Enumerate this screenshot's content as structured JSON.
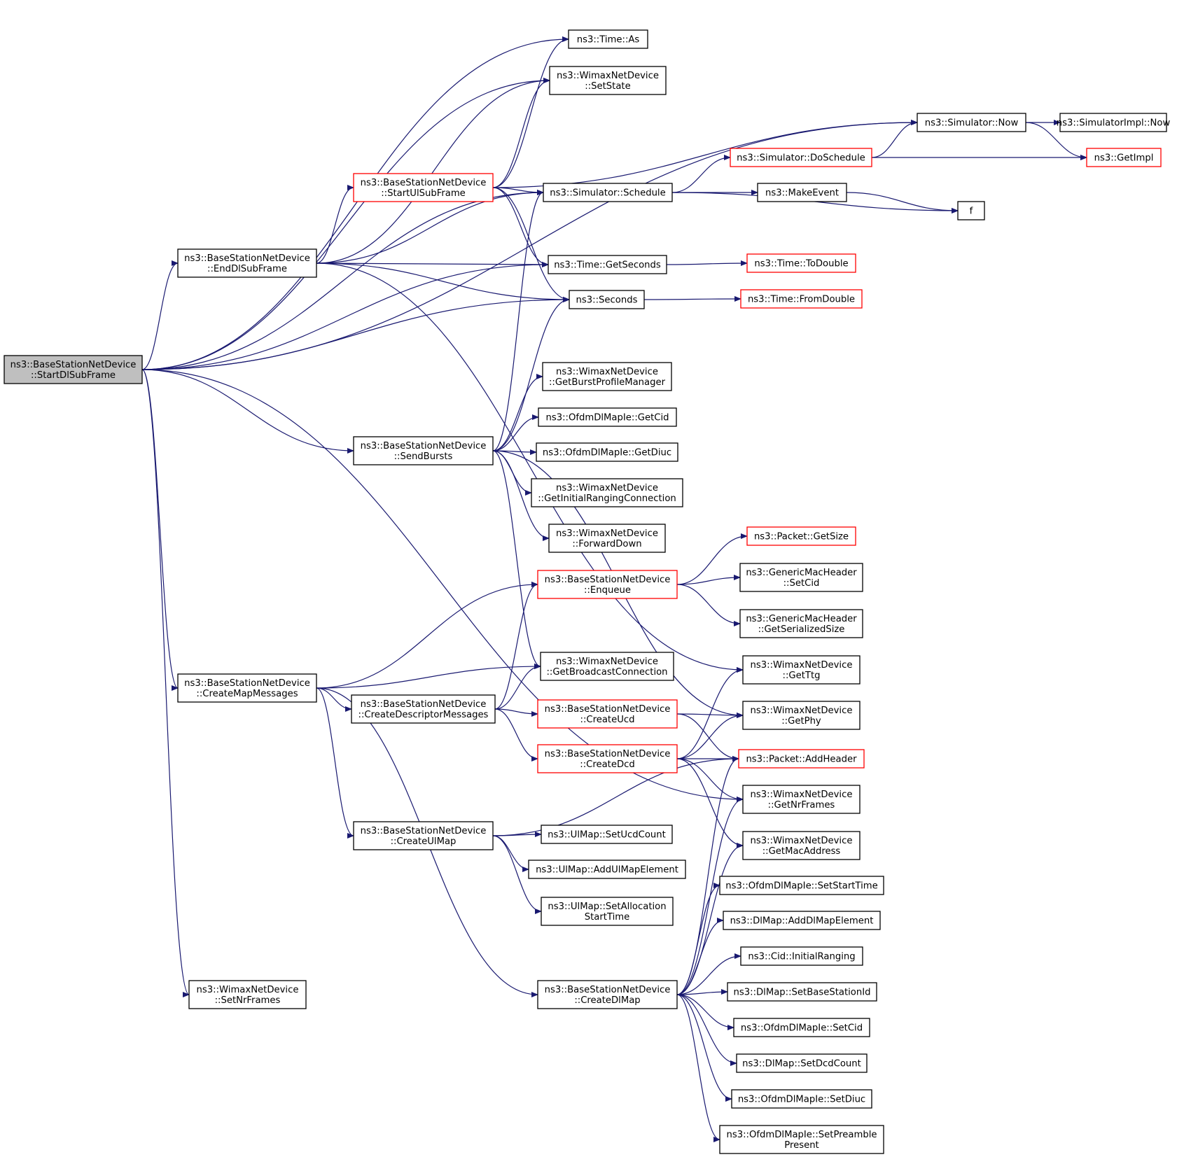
{
  "colors": {
    "edge": "#191970",
    "node_border": "#000000",
    "node_border_highlight": "#ff0000",
    "root_fill": "#bfbfbf",
    "node_fill": "#ffffff"
  },
  "nodes": [
    {
      "id": "startdl",
      "lines": [
        "ns3::BaseStationNetDevice",
        "::StartDlSubFrame"
      ],
      "style": "root"
    },
    {
      "id": "enddl",
      "lines": [
        "ns3::BaseStationNetDevice",
        "::EndDlSubFrame"
      ],
      "style": "normal"
    },
    {
      "id": "createmap",
      "lines": [
        "ns3::BaseStationNetDevice",
        "::CreateMapMessages"
      ],
      "style": "normal"
    },
    {
      "id": "setnrframes",
      "lines": [
        "ns3::WimaxNetDevice",
        "::SetNrFrames"
      ],
      "style": "normal"
    },
    {
      "id": "startul",
      "lines": [
        "ns3::BaseStationNetDevice",
        "::StartUlSubFrame"
      ],
      "style": "red"
    },
    {
      "id": "sendbursts",
      "lines": [
        "ns3::BaseStationNetDevice",
        "::SendBursts"
      ],
      "style": "normal"
    },
    {
      "id": "createdesc",
      "lines": [
        "ns3::BaseStationNetDevice",
        "::CreateDescriptorMessages"
      ],
      "style": "normal"
    },
    {
      "id": "createulmap",
      "lines": [
        "ns3::BaseStationNetDevice",
        "::CreateUlMap"
      ],
      "style": "normal"
    },
    {
      "id": "createdlmap",
      "lines": [
        "ns3::BaseStationNetDevice",
        "::CreateDlMap"
      ],
      "style": "normal"
    },
    {
      "id": "timeas",
      "lines": [
        "ns3::Time::As"
      ],
      "style": "normal"
    },
    {
      "id": "setstate",
      "lines": [
        "ns3::WimaxNetDevice",
        "::SetState"
      ],
      "style": "normal"
    },
    {
      "id": "schedule",
      "lines": [
        "ns3::Simulator::Schedule"
      ],
      "style": "normal"
    },
    {
      "id": "getseconds",
      "lines": [
        "ns3::Time::GetSeconds"
      ],
      "style": "normal"
    },
    {
      "id": "seconds",
      "lines": [
        "ns3::Seconds"
      ],
      "style": "normal"
    },
    {
      "id": "getburst",
      "lines": [
        "ns3::WimaxNetDevice",
        "::GetBurstProfileManager"
      ],
      "style": "normal"
    },
    {
      "id": "getcid",
      "lines": [
        "ns3::OfdmDlMapIe::GetCid"
      ],
      "style": "normal"
    },
    {
      "id": "getdiuc",
      "lines": [
        "ns3::OfdmDlMapIe::GetDiuc"
      ],
      "style": "normal"
    },
    {
      "id": "getinitial",
      "lines": [
        "ns3::WimaxNetDevice",
        "::GetInitialRangingConnection"
      ],
      "style": "normal"
    },
    {
      "id": "forwarddown",
      "lines": [
        "ns3::WimaxNetDevice",
        "::ForwardDown"
      ],
      "style": "normal"
    },
    {
      "id": "enqueue",
      "lines": [
        "ns3::BaseStationNetDevice",
        "::Enqueue"
      ],
      "style": "red"
    },
    {
      "id": "getbroadcast",
      "lines": [
        "ns3::WimaxNetDevice",
        "::GetBroadcastConnection"
      ],
      "style": "normal"
    },
    {
      "id": "createucd",
      "lines": [
        "ns3::BaseStationNetDevice",
        "::CreateUcd"
      ],
      "style": "red"
    },
    {
      "id": "createdcd",
      "lines": [
        "ns3::BaseStationNetDevice",
        "::CreateDcd"
      ],
      "style": "red"
    },
    {
      "id": "setucdcount",
      "lines": [
        "ns3::UlMap::SetUcdCount"
      ],
      "style": "normal"
    },
    {
      "id": "addulmap",
      "lines": [
        "ns3::UlMap::AddUlMapElement"
      ],
      "style": "normal"
    },
    {
      "id": "setalloc",
      "lines": [
        "ns3::UlMap::SetAllocation",
        "StartTime"
      ],
      "style": "normal"
    },
    {
      "id": "simnow",
      "lines": [
        "ns3::Simulator::Now"
      ],
      "style": "normal"
    },
    {
      "id": "doschedule",
      "lines": [
        "ns3::Simulator::DoSchedule"
      ],
      "style": "red"
    },
    {
      "id": "makeevent",
      "lines": [
        "ns3::MakeEvent"
      ],
      "style": "normal"
    },
    {
      "id": "todouble",
      "lines": [
        "ns3::Time::ToDouble"
      ],
      "style": "red"
    },
    {
      "id": "fromdouble",
      "lines": [
        "ns3::Time::FromDouble"
      ],
      "style": "red"
    },
    {
      "id": "packetsize",
      "lines": [
        "ns3::Packet::GetSize"
      ],
      "style": "red"
    },
    {
      "id": "macsetcid",
      "lines": [
        "ns3::GenericMacHeader",
        "::SetCid"
      ],
      "style": "normal"
    },
    {
      "id": "macserial",
      "lines": [
        "ns3::GenericMacHeader",
        "::GetSerializedSize"
      ],
      "style": "normal"
    },
    {
      "id": "getttg",
      "lines": [
        "ns3::WimaxNetDevice",
        "::GetTtg"
      ],
      "style": "normal"
    },
    {
      "id": "getphy",
      "lines": [
        "ns3::WimaxNetDevice",
        "::GetPhy"
      ],
      "style": "normal"
    },
    {
      "id": "addheader",
      "lines": [
        "ns3::Packet::AddHeader"
      ],
      "style": "red"
    },
    {
      "id": "getnrframes",
      "lines": [
        "ns3::WimaxNetDevice",
        "::GetNrFrames"
      ],
      "style": "normal"
    },
    {
      "id": "getmac",
      "lines": [
        "ns3::WimaxNetDevice",
        "::GetMacAddress"
      ],
      "style": "normal"
    },
    {
      "id": "setstarttime",
      "lines": [
        "ns3::OfdmDlMapIe::SetStartTime"
      ],
      "style": "normal"
    },
    {
      "id": "adddlmap",
      "lines": [
        "ns3::DlMap::AddDlMapElement"
      ],
      "style": "normal"
    },
    {
      "id": "initialranging",
      "lines": [
        "ns3::Cid::InitialRanging"
      ],
      "style": "normal"
    },
    {
      "id": "setbsid",
      "lines": [
        "ns3::DlMap::SetBaseStationId"
      ],
      "style": "normal"
    },
    {
      "id": "setcid",
      "lines": [
        "ns3::OfdmDlMapIe::SetCid"
      ],
      "style": "normal"
    },
    {
      "id": "setdcdcount",
      "lines": [
        "ns3::DlMap::SetDcdCount"
      ],
      "style": "normal"
    },
    {
      "id": "setdiuc",
      "lines": [
        "ns3::OfdmDlMapIe::SetDiuc"
      ],
      "style": "normal"
    },
    {
      "id": "setpreamble",
      "lines": [
        "ns3::OfdmDlMapIe::SetPreamble",
        "Present"
      ],
      "style": "normal"
    },
    {
      "id": "simimplnow",
      "lines": [
        "ns3::SimulatorImpl::Now"
      ],
      "style": "normal"
    },
    {
      "id": "getimpl",
      "lines": [
        "ns3::GetImpl"
      ],
      "style": "red"
    },
    {
      "id": "f",
      "lines": [
        "f"
      ],
      "style": "normal"
    }
  ],
  "edges": [
    [
      "startdl",
      "simnow"
    ],
    [
      "startdl",
      "timeas"
    ],
    [
      "startdl",
      "setstate"
    ],
    [
      "startdl",
      "schedule"
    ],
    [
      "startdl",
      "enddl"
    ],
    [
      "startdl",
      "getseconds"
    ],
    [
      "startdl",
      "seconds"
    ],
    [
      "startdl",
      "sendbursts"
    ],
    [
      "startdl",
      "createmap"
    ],
    [
      "startdl",
      "getnrframes"
    ],
    [
      "startdl",
      "setnrframes"
    ],
    [
      "enddl",
      "setstate"
    ],
    [
      "enddl",
      "startul"
    ],
    [
      "enddl",
      "schedule"
    ],
    [
      "enddl",
      "getseconds"
    ],
    [
      "enddl",
      "seconds"
    ],
    [
      "enddl",
      "getttg"
    ],
    [
      "startul",
      "timeas"
    ],
    [
      "startul",
      "setstate"
    ],
    [
      "startul",
      "simnow"
    ],
    [
      "startul",
      "schedule"
    ],
    [
      "startul",
      "getseconds"
    ],
    [
      "startul",
      "seconds"
    ],
    [
      "sendbursts",
      "schedule"
    ],
    [
      "sendbursts",
      "seconds"
    ],
    [
      "sendbursts",
      "getburst"
    ],
    [
      "sendbursts",
      "getcid"
    ],
    [
      "sendbursts",
      "getdiuc"
    ],
    [
      "sendbursts",
      "getinitial"
    ],
    [
      "sendbursts",
      "forwarddown"
    ],
    [
      "sendbursts",
      "getbroadcast"
    ],
    [
      "sendbursts",
      "getphy"
    ],
    [
      "createmap",
      "enqueue"
    ],
    [
      "createmap",
      "getbroadcast"
    ],
    [
      "createmap",
      "createdesc"
    ],
    [
      "createmap",
      "createulmap"
    ],
    [
      "createmap",
      "createdlmap"
    ],
    [
      "createdesc",
      "enqueue"
    ],
    [
      "createdesc",
      "getbroadcast"
    ],
    [
      "createdesc",
      "createucd"
    ],
    [
      "createdesc",
      "createdcd"
    ],
    [
      "createucd",
      "getphy"
    ],
    [
      "createucd",
      "addheader"
    ],
    [
      "createdcd",
      "getttg"
    ],
    [
      "createdcd",
      "getphy"
    ],
    [
      "createdcd",
      "addheader"
    ],
    [
      "createdcd",
      "getnrframes"
    ],
    [
      "createdcd",
      "getmac"
    ],
    [
      "createulmap",
      "addheader"
    ],
    [
      "createulmap",
      "setucdcount"
    ],
    [
      "createulmap",
      "addulmap"
    ],
    [
      "createulmap",
      "setalloc"
    ],
    [
      "createdlmap",
      "addheader"
    ],
    [
      "createdlmap",
      "getnrframes"
    ],
    [
      "createdlmap",
      "getmac"
    ],
    [
      "createdlmap",
      "setstarttime"
    ],
    [
      "createdlmap",
      "adddlmap"
    ],
    [
      "createdlmap",
      "initialranging"
    ],
    [
      "createdlmap",
      "setbsid"
    ],
    [
      "createdlmap",
      "setcid"
    ],
    [
      "createdlmap",
      "setdcdcount"
    ],
    [
      "createdlmap",
      "setdiuc"
    ],
    [
      "createdlmap",
      "setpreamble"
    ],
    [
      "enqueue",
      "packetsize"
    ],
    [
      "enqueue",
      "macsetcid"
    ],
    [
      "enqueue",
      "macserial"
    ],
    [
      "schedule",
      "doschedule"
    ],
    [
      "schedule",
      "makeevent"
    ],
    [
      "schedule",
      "f"
    ],
    [
      "doschedule",
      "simnow"
    ],
    [
      "doschedule",
      "getimpl"
    ],
    [
      "simnow",
      "simimplnow"
    ],
    [
      "simnow",
      "getimpl"
    ],
    [
      "makeevent",
      "f"
    ],
    [
      "getseconds",
      "todouble"
    ],
    [
      "seconds",
      "fromdouble"
    ]
  ]
}
